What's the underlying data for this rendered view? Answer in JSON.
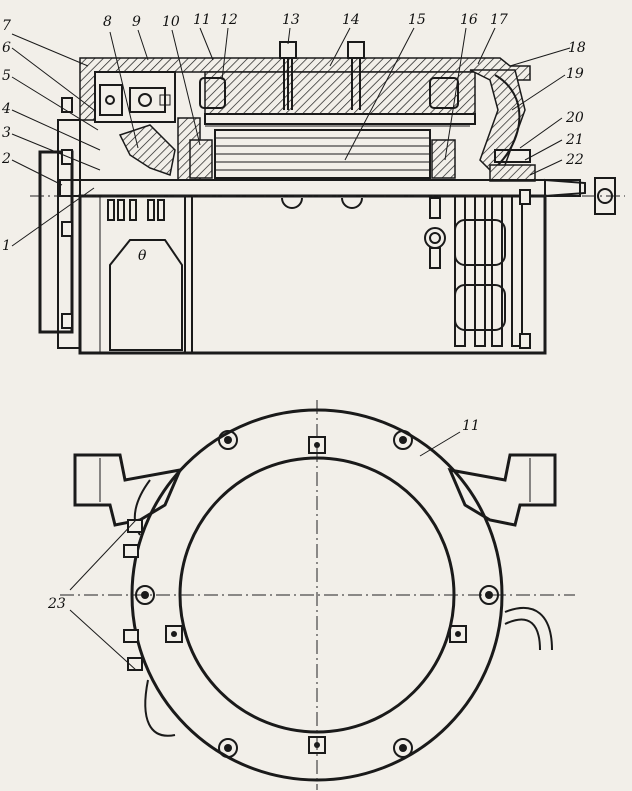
{
  "callouts": {
    "c1": "1",
    "c2": "2",
    "c3": "3",
    "c4": "4",
    "c5": "5",
    "c6": "6",
    "c7": "7",
    "c8": "8",
    "c9": "9",
    "c10": "10",
    "c11": "11",
    "c12": "12",
    "c13": "13",
    "c14": "14",
    "c15": "15",
    "c16": "16",
    "c17": "17",
    "c18": "18",
    "c19": "19",
    "c20": "20",
    "c21": "21",
    "c22": "22",
    "c23": "23",
    "c11b": "11",
    "motor_window_mark": "θ"
  },
  "colors": {
    "paper": "#f2efe9",
    "ink": "#1a1a1a"
  }
}
